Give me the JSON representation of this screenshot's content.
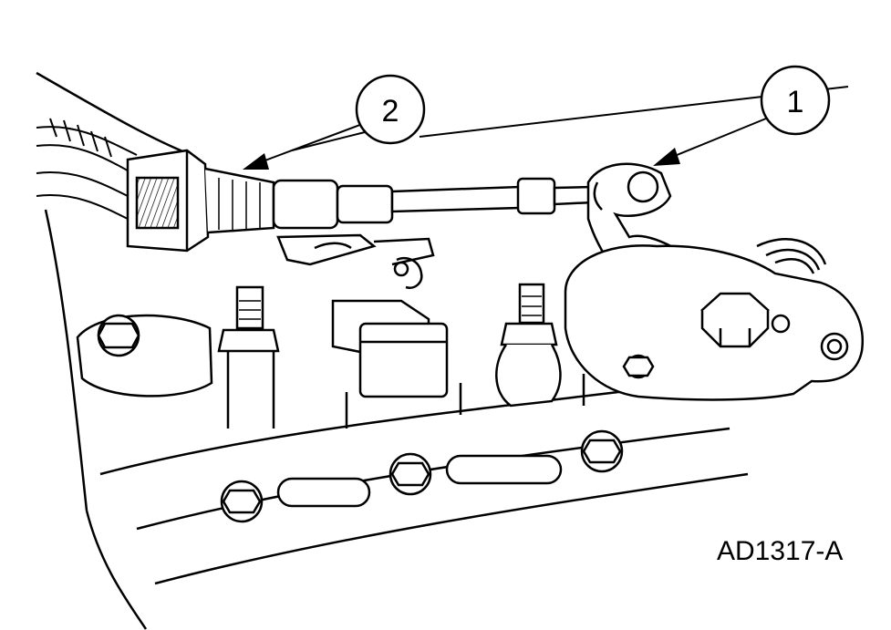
{
  "callouts": [
    {
      "label": "1"
    },
    {
      "label": "2"
    }
  ],
  "figure": {
    "id": "AD1317-A"
  },
  "colors": {
    "ink": "#000000",
    "paper": "#ffffff"
  }
}
